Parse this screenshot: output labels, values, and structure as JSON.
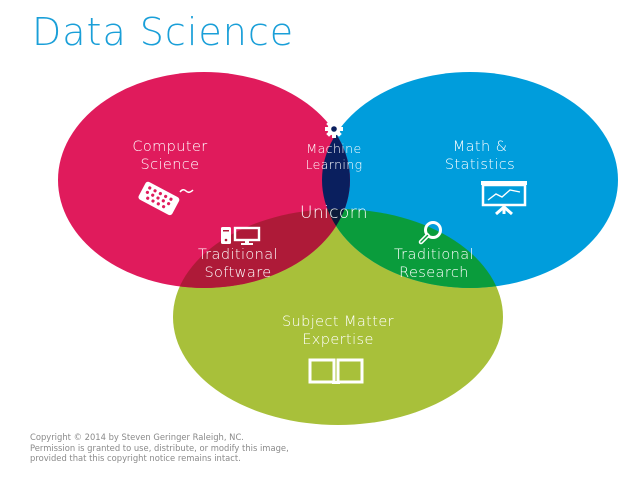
{
  "title": "Data Science",
  "colors": {
    "title": "#1a9fd8",
    "computer_science": "#e01b5c",
    "math_statistics": "#009ddc",
    "subject_matter": "#a8c03a",
    "machine_learning": "#0a1f5e",
    "traditional_software": "#ae1a38",
    "traditional_research": "#0a9c3c",
    "unicorn": "#0b1a3a",
    "copyright_text": "#8a8a8a"
  },
  "circles": [
    {
      "id": "computer_science",
      "label_lines": [
        "Computer",
        "Science"
      ],
      "icon": "keyboard-icon"
    },
    {
      "id": "math_statistics",
      "label_lines": [
        "Math &",
        "Statistics"
      ],
      "icon": "presentation-chart-icon"
    },
    {
      "id": "subject_matter",
      "label_lines": [
        "Subject Matter",
        "Expertise"
      ],
      "icon": "open-book-icon"
    }
  ],
  "intersections": [
    {
      "id": "machine_learning",
      "label_lines": [
        "Machine",
        "Learning"
      ],
      "icon": "gear-icon"
    },
    {
      "id": "traditional_software",
      "label_lines": [
        "Traditional",
        "Software"
      ],
      "icon": "computer-tower-monitor-icon"
    },
    {
      "id": "traditional_research",
      "label_lines": [
        "Traditional",
        "Research"
      ],
      "icon": "magnifying-glass-icon"
    },
    {
      "id": "unicorn",
      "label_lines": [
        "Unicorn"
      ],
      "icon": null
    }
  ],
  "copyright": [
    "Copyright © 2014 by Steven Geringer Raleigh, NC.",
    "Permission is granted to use, distribute, or modify this image,",
    "provided that this copyright notice remains intact."
  ]
}
